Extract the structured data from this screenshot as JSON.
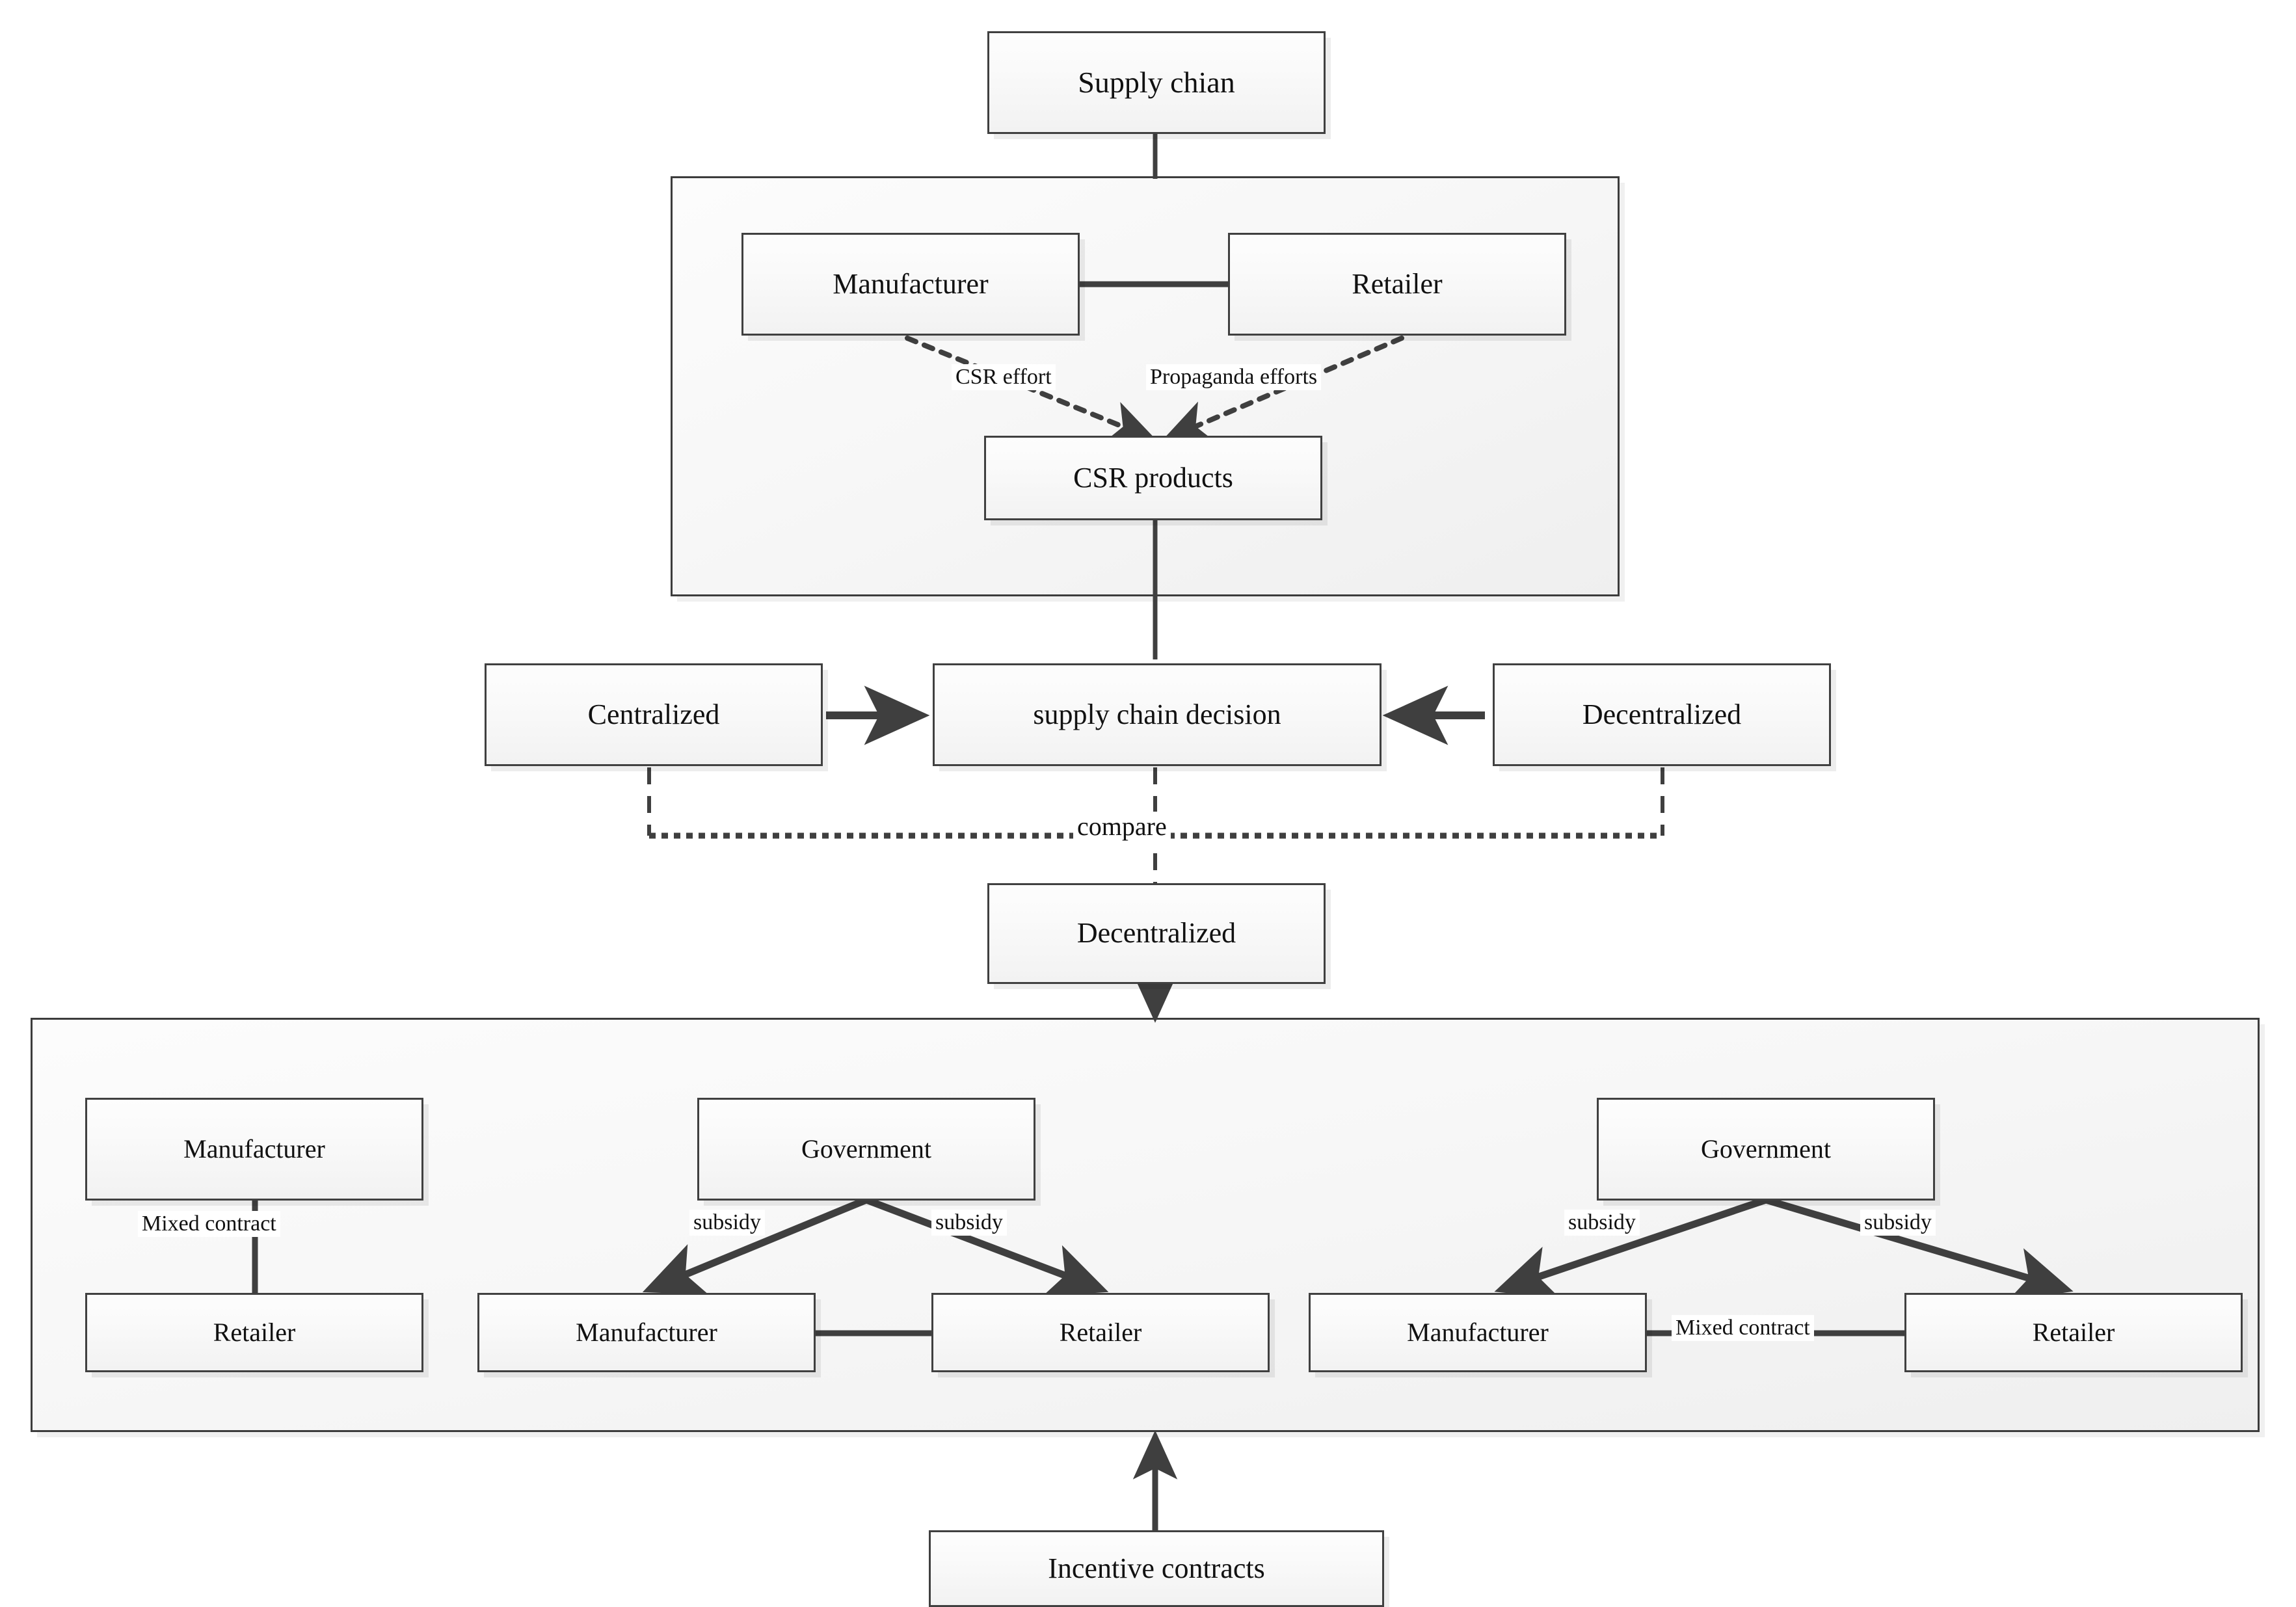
{
  "diagram": {
    "title_box": {
      "label": "Supply chian"
    },
    "upper_panel": {
      "manufacturer": {
        "label": "Manufacturer"
      },
      "retailer": {
        "label": "Retailer"
      },
      "csr_products": {
        "label": "CSR products"
      },
      "edges": [
        {
          "from": "manufacturer",
          "to": "csr_products",
          "label": "CSR effort",
          "style": "dotted-arrow"
        },
        {
          "from": "retailer",
          "to": "csr_products",
          "label": "Propaganda efforts",
          "style": "dotted-arrow"
        },
        {
          "from": "manufacturer",
          "to": "retailer",
          "label": "",
          "style": "solid-line"
        }
      ]
    },
    "decision_row": {
      "centralized": {
        "label": "Centralized"
      },
      "supply_chain_decision": {
        "label": "supply chain decision"
      },
      "decentralized": {
        "label": "Decentralized"
      },
      "compare_label": "compare"
    },
    "decentralized_box": {
      "label": "Decentralized"
    },
    "lower_panel": {
      "group_left": {
        "manufacturer": {
          "label": "Manufacturer"
        },
        "retailer": {
          "label": "Retailer"
        },
        "contract_label": "Mixed contract"
      },
      "group_middle": {
        "government": {
          "label": "Government"
        },
        "manufacturer": {
          "label": "Manufacturer"
        },
        "retailer": {
          "label": "Retailer"
        },
        "subsidy_left_label": "subsidy",
        "subsidy_right_label": "subsidy"
      },
      "group_right": {
        "government": {
          "label": "Government"
        },
        "manufacturer": {
          "label": "Manufacturer"
        },
        "retailer": {
          "label": "Retailer"
        },
        "subsidy_left_label": "subsidy",
        "subsidy_right_label": "subsidy",
        "contract_label": "Mixed contract"
      }
    },
    "incentive_contracts": {
      "label": "Incentive contracts"
    },
    "colors": {
      "box_border": "#404040",
      "box_fill_top": "#fdfdfd",
      "box_fill_bottom": "#f2f2f2",
      "connector": "#3f3f3f",
      "panel_border": "#3c3c3c",
      "background": "#ffffff",
      "text": "#111111"
    }
  }
}
